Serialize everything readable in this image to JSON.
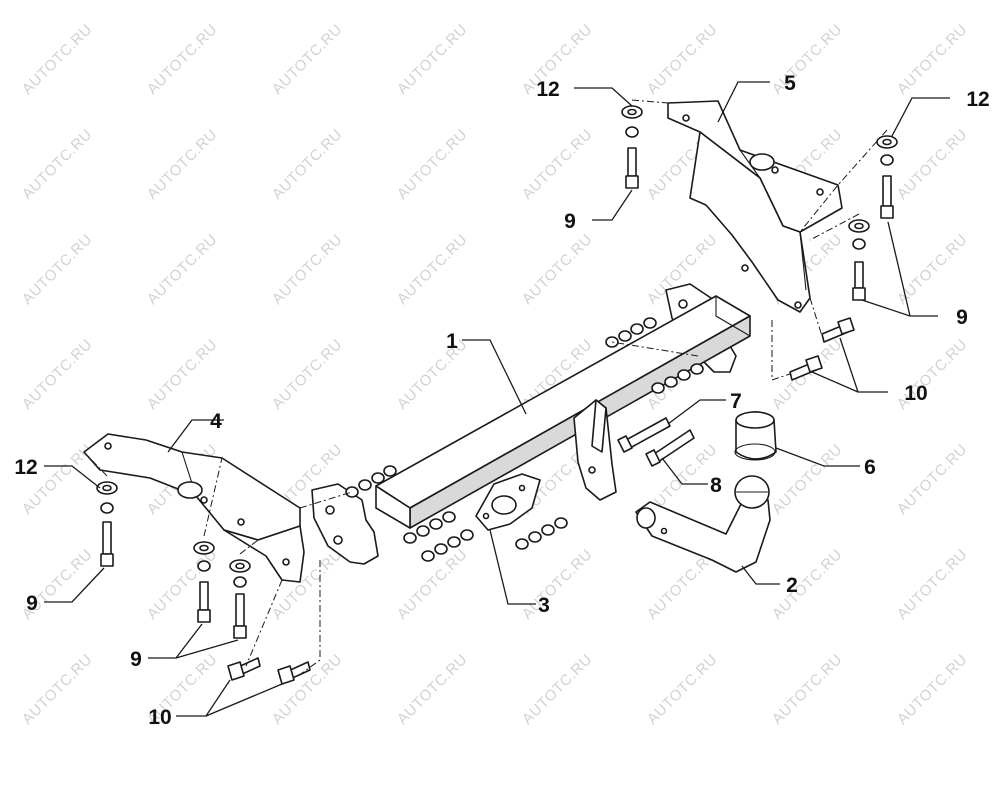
{
  "watermark": {
    "text": "AUTOTC.RU",
    "color": "#d2d2d2"
  },
  "line_color": "#1a1a1a",
  "callouts": {
    "c1": "1",
    "c2": "2",
    "c3": "3",
    "c4": "4",
    "c5": "5",
    "c6": "6",
    "c7": "7",
    "c8": "8",
    "c9a": "9",
    "c9b": "9",
    "c9c": "9",
    "c9d": "9",
    "c10a": "10",
    "c10b": "10",
    "c12a": "12",
    "c12b": "12",
    "c12c": "12"
  }
}
